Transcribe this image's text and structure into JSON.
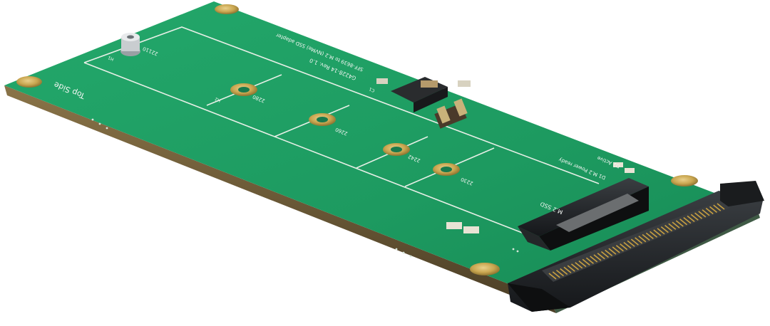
{
  "board": {
    "side_label": "Top Side",
    "hole_labels": {
      "h1": "H1",
      "h2": "H2"
    },
    "length_labels": [
      "2280",
      "2260",
      "2242",
      "2230",
      "22110"
    ],
    "model_line": "G4228-14 Rev. 1.0",
    "desc_line": "SFF-8639 to M.2 (NVMe) SSD adapter",
    "led_label_1": "D1 M.2 Power ready",
    "led_label_2": "D2 Active",
    "slot_label": "M.2 SSD",
    "cap_label": "C1"
  },
  "colors": {
    "pcb_top": "#1f9c63",
    "pcb_edge": "#6b5a3a",
    "pads": "#c9a650",
    "connector": "#1e2124",
    "pins": "#c8a040"
  }
}
